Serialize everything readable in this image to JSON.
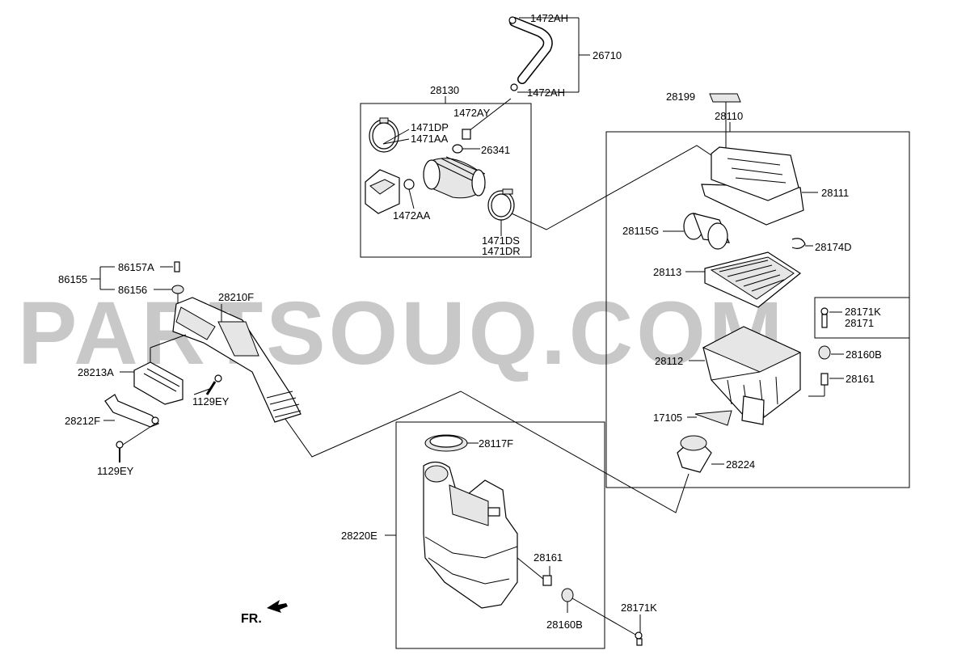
{
  "watermark": "PARTSOUQ.COM",
  "direction_label": "FR.",
  "labels": {
    "p1472AH_top": "1472AH",
    "p26710": "26710",
    "p1472AH_bottom": "1472AH",
    "p28130": "28130",
    "p1472AY": "1472AY",
    "p1471DP": "1471DP",
    "p1471AA": "1471AA",
    "p26341": "26341",
    "p1472AA": "1472AA",
    "p1471DS": "1471DS",
    "p1471DR": "1471DR",
    "p28199": "28199",
    "p28110": "28110",
    "p28111": "28111",
    "p28115G": "28115G",
    "p28174D": "28174D",
    "p28113": "28113",
    "p28171K_right": "28171K",
    "p28171": "28171",
    "p28112": "28112",
    "p28160B_right": "28160B",
    "p28161_right": "28161",
    "p17105": "17105",
    "p28224": "28224",
    "p86157A": "86157A",
    "p86155": "86155",
    "p86156": "86156",
    "p28210F": "28210F",
    "p28213A": "28213A",
    "p1129EY_upper": "1129EY",
    "p28212F": "28212F",
    "p1129EY_lower": "1129EY",
    "p28117F": "28117F",
    "p28220E": "28220E",
    "p28161_lower": "28161",
    "p28160B_lower": "28160B",
    "p28171K_lower": "28171K"
  }
}
